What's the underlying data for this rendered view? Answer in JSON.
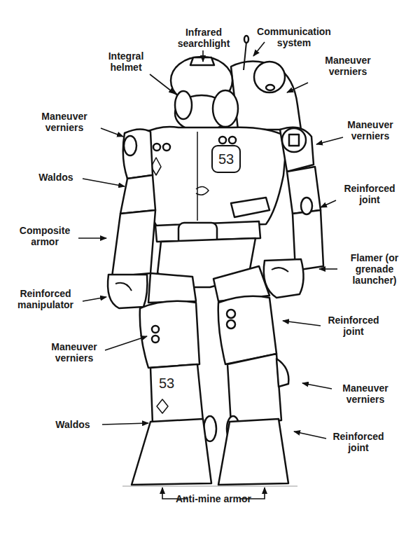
{
  "diagram": {
    "labels": [
      "Infrared searchlight",
      "Communication system",
      "Integral helmet",
      "Maneuver verniers",
      "Maneuver verniers",
      "Maneuver verniers",
      "Waldos",
      "Reinforced joint",
      "Composite armor",
      "Flamer (or grenade launcher)",
      "Reinforced manipulator",
      "Reinforced joint",
      "Maneuver verniers",
      "Maneuver verniers",
      "Waldos",
      "Reinforced joint",
      "Anti-mine armor",
      "53",
      "53"
    ]
  }
}
